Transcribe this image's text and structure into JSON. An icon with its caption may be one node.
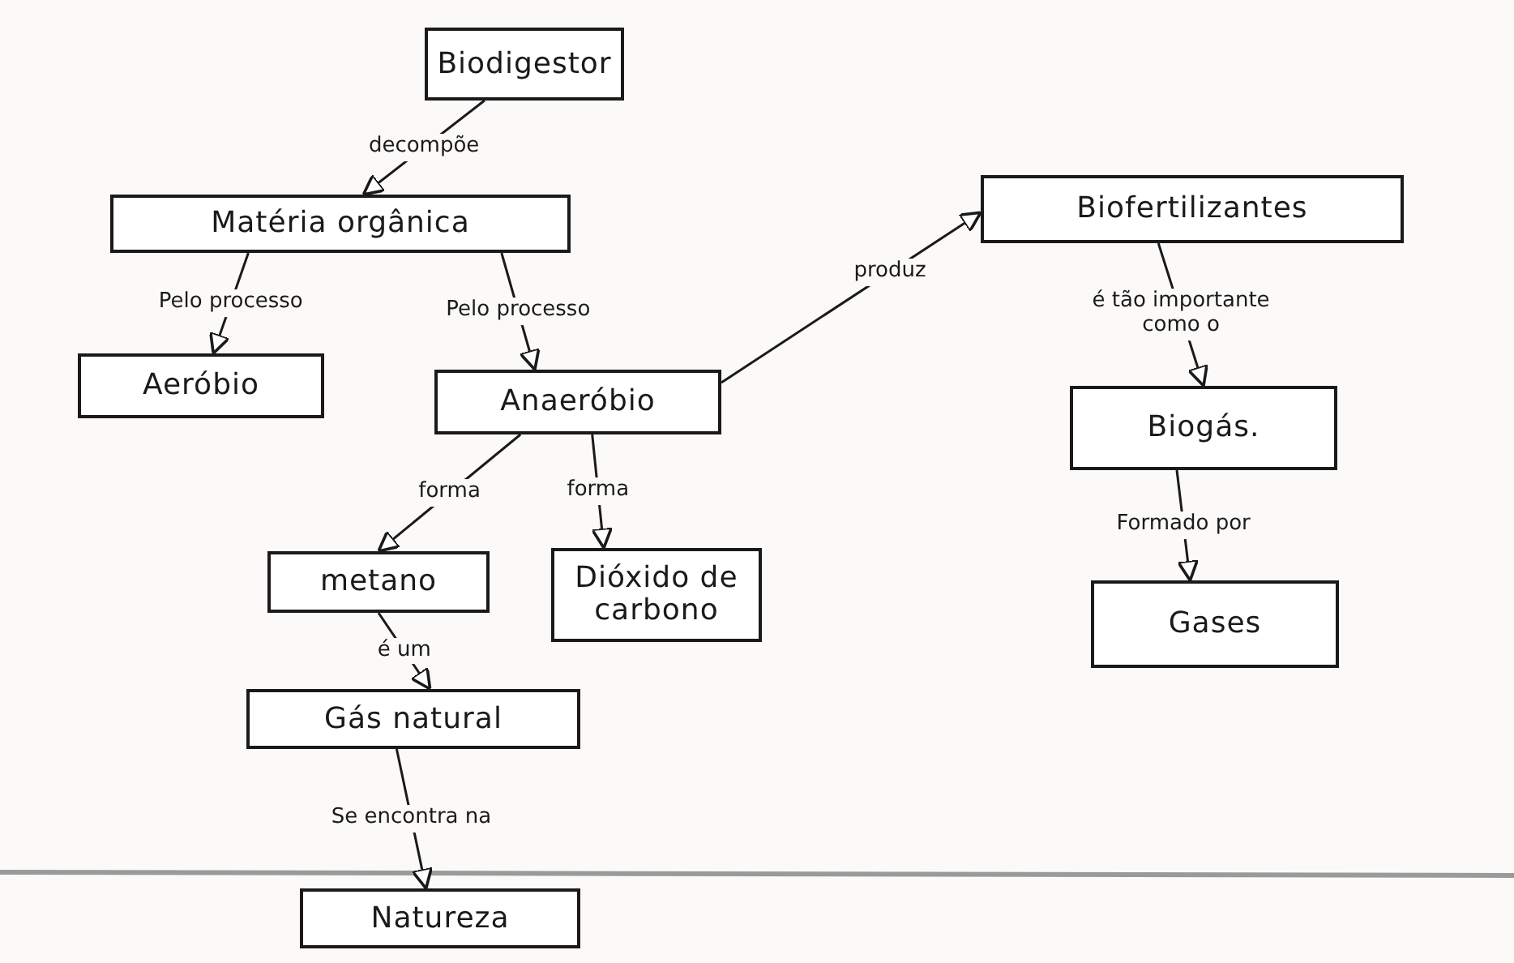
{
  "diagram": {
    "nodes": [
      {
        "text": [
          "Biodigestor"
        ]
      },
      {
        "text": [
          "Matéria orgânica"
        ]
      },
      {
        "text": [
          "Aeróbio"
        ]
      },
      {
        "text": [
          "Anaeróbio"
        ]
      },
      {
        "text": [
          "Biofertilizantes"
        ]
      },
      {
        "text": [
          "Biogás."
        ]
      },
      {
        "text": [
          "Gases"
        ]
      },
      {
        "text": [
          "metano"
        ]
      },
      {
        "text": [
          "Dióxido de carbono"
        ]
      },
      {
        "text": [
          "Gás natural"
        ]
      },
      {
        "text": [
          "Natureza"
        ]
      }
    ],
    "edges": [
      {
        "from": 0,
        "to": 1,
        "arrow": "to",
        "label": "decompõe"
      },
      {
        "from": 1,
        "to": 2,
        "arrow": "to",
        "label": "Pelo processo"
      },
      {
        "from": 1,
        "to": 3,
        "arrow": "to",
        "label": "Pelo processo"
      },
      {
        "from": 3,
        "to": 4,
        "arrow": "to",
        "label": "produz"
      },
      {
        "from": 4,
        "to": 5,
        "arrow": "to",
        "label": "é tão importante como o"
      },
      {
        "from": 5,
        "to": 6,
        "arrow": "to",
        "label": "Formado por"
      },
      {
        "from": 3,
        "to": 7,
        "arrow": "to",
        "label": "forma"
      },
      {
        "from": 3,
        "to": 8,
        "arrow": "to",
        "label": "forma"
      },
      {
        "from": 7,
        "to": 9,
        "arrow": "to",
        "label": "é um"
      },
      {
        "from": 9,
        "to": 10,
        "arrow": "to",
        "label": "Se encontra na"
      }
    ]
  }
}
